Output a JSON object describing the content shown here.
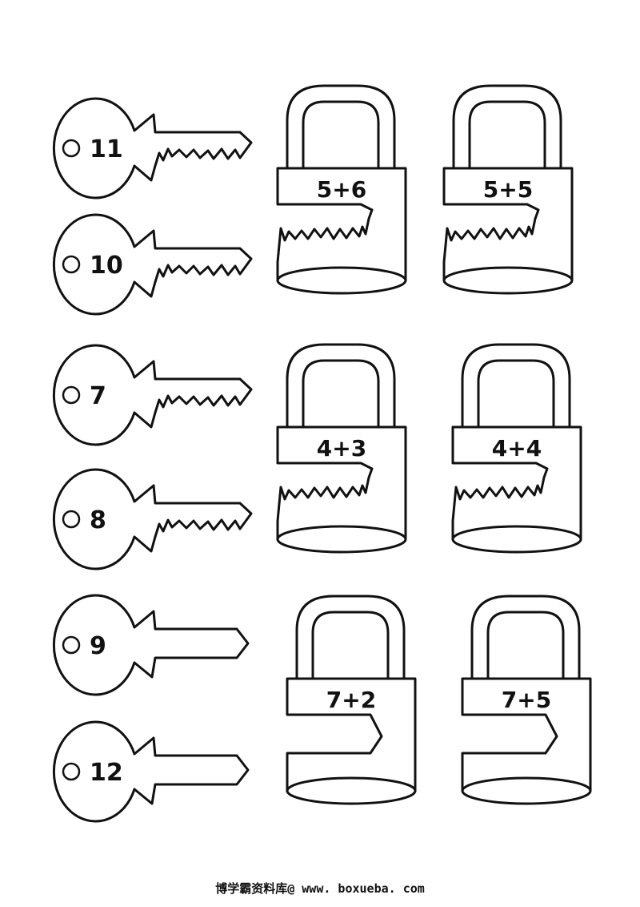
{
  "keys": [
    {
      "label": "11",
      "cuts": true
    },
    {
      "label": "10",
      "cuts": true
    },
    {
      "label": "7",
      "cuts": true
    },
    {
      "label": "8",
      "cuts": true
    },
    {
      "label": "9",
      "cuts": false
    },
    {
      "label": "12",
      "cuts": false
    }
  ],
  "locks": [
    {
      "label": "5+6",
      "cuts": true
    },
    {
      "label": "5+5",
      "cuts": true
    },
    {
      "label": "4+3",
      "cuts": true
    },
    {
      "label": "4+4",
      "cuts": true
    },
    {
      "label": "7+2",
      "cuts": false
    },
    {
      "label": "7+5",
      "cuts": false
    }
  ],
  "footer": {
    "text": "博学霸资料库@ www. boxueba. com"
  }
}
